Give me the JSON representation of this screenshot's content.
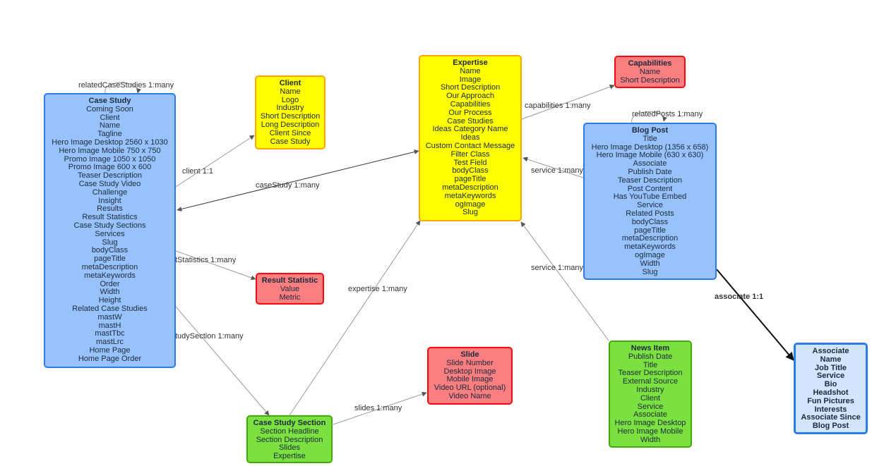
{
  "colors": {
    "blue_fill": "#97c2fc",
    "blue_border": "#2b7ce9",
    "yellow_fill": "#ffff00",
    "yellow_border": "#ffa500",
    "red_fill": "#fb7e81",
    "red_border": "#fa0a10",
    "green_fill": "#7be141",
    "green_border": "#41a906",
    "light_blue_fill": "#d2e5ff",
    "light_blue_border": "#2b7ce9",
    "edge": "#999999",
    "edge_dark": "#222222"
  },
  "nodes": {
    "case_study": {
      "title": "Case Study",
      "fields": [
        "Coming Soon",
        "Client",
        "Name",
        "Tagline",
        "Hero Image Desktop 2560 x 1030",
        "Hero Image Mobile 750 x 750",
        "Promo Image 1050 x 1050",
        "Promo Image 600 x 600",
        "Teaser Description",
        "Case Study Video",
        "Challenge",
        "Insight",
        "Results",
        "Result Statistics",
        "Case Study Sections",
        "Services",
        "Slug",
        "bodyClass",
        "pageTitle",
        "metaDescription",
        "metaKeywords",
        "Order",
        "Width",
        "Height",
        "Related Case Studies",
        "mastW",
        "mastH",
        "mastTbc",
        "mastLrc",
        "Home Page",
        "Home Page Order"
      ]
    },
    "client": {
      "title": "Client",
      "fields": [
        "Name",
        "Logo",
        "Industry",
        "Short Description",
        "Long Description",
        "Client Since",
        "Case Study"
      ]
    },
    "expertise": {
      "title": "Expertise",
      "fields": [
        "Name",
        "Image",
        "Short Description",
        "Our Approach",
        "Capabilities",
        "Our Process",
        "Case Studies",
        "Ideas Category Name",
        "Ideas",
        "Custom Contact Message",
        "Filter Class",
        "Test Field",
        "bodyClass",
        "pageTitle",
        "metaDescription",
        "metaKeywords",
        "ogImage",
        "Slug"
      ]
    },
    "capabilities": {
      "title": "Capabilities",
      "fields": [
        "Name",
        "Short Description"
      ]
    },
    "blog_post": {
      "title": "Blog Post",
      "fields": [
        "Title",
        "Hero Image Desktop (1356 x 658)",
        "Hero Image Mobile (630 x 630)",
        "Associate",
        "Publish Date",
        "Teaser Description",
        "Post Content",
        "Has YouTube Embed",
        "Service",
        "Related Posts",
        "bodyClass",
        "pageTitle",
        "metaDescription",
        "metaKeywords",
        "ogImage",
        "Width",
        "Slug"
      ]
    },
    "result_statistic": {
      "title": "Result Statistic",
      "fields": [
        "Value",
        "Metric"
      ]
    },
    "slide": {
      "title": "Slide",
      "fields": [
        "Slide Number",
        "Desktop Image",
        "Mobile Image",
        "Video URL (optional)",
        "Video Name"
      ]
    },
    "news_item": {
      "title": "News Item",
      "fields": [
        "Publish Date",
        "Title",
        "Teaser Description",
        "External Source",
        "Industry",
        "Client",
        "Service",
        "Associate",
        "Hero Image Desktop",
        "Hero Image Mobile",
        "Width"
      ]
    },
    "case_study_section": {
      "title": "Case Study Section",
      "fields": [
        "Section Headline",
        "Section Description",
        "Slides",
        "Expertise"
      ]
    },
    "associate": {
      "title": "Associate",
      "fields": [
        "Name",
        "Job Title",
        "Service",
        "Bio",
        "Headshot",
        "Fun Pictures",
        "Interests",
        "Associate Since",
        "Blog Post"
      ]
    }
  },
  "edges": {
    "related_case_studies": "relatedCaseStudies 1:many",
    "client": "client 1:1",
    "case_study": "caseStudy 1:many",
    "result_statistics": "tStatistics 1:many",
    "case_study_section": "tudySection 1:many",
    "expertise": "expertise 1:many",
    "slides": "slides 1:many",
    "capabilities": "capabilities 1:many",
    "related_posts": "relatedPosts 1:many",
    "service_blog": "service 1:many",
    "service_news": "service 1:many",
    "associate": "associate 1:1"
  }
}
